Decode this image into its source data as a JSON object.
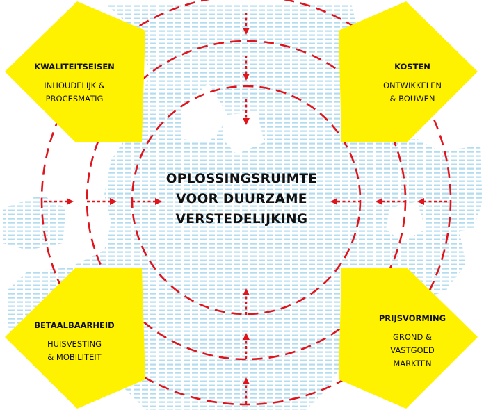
{
  "colors": {
    "accent": "#FFF200",
    "dash": "#E1131B",
    "map_texture": "#B3DCEF",
    "text": "#111111"
  },
  "center": {
    "line1": "OPLOSSINGSRUIMTE",
    "line2": "VOOR DUURZAME",
    "line3": "VERSTEDELIJKING"
  },
  "corners": {
    "top_left": {
      "heading": "KWALITEITSEISEN",
      "line1": "INHOUDELIJK &",
      "line2": "PROCESMATIG"
    },
    "top_right": {
      "heading": "KOSTEN",
      "line1": "ONTWIKKELEN",
      "line2": "& BOUWEN"
    },
    "bottom_left": {
      "heading": "BETAALBAARHEID",
      "line1": "HUISVESTING",
      "line2": "& MOBILITEIT"
    },
    "bottom_right": {
      "heading": "PRIJSVORMING",
      "line1": "GROND &",
      "line2": "VASTGOED",
      "line3": "MARKTEN"
    }
  }
}
